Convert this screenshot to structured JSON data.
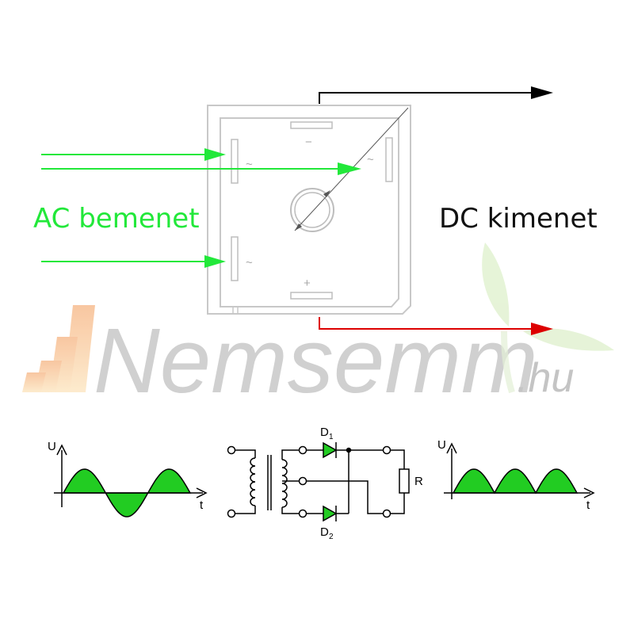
{
  "labels": {
    "ac_input": "AC bemenet",
    "dc_output": "DC kimenet"
  },
  "bridge": {
    "minus_symbol": "−",
    "plus_symbol": "+",
    "ac_symbol": "~"
  },
  "watermark": {
    "main": "Nemsemm",
    "tld": ".hu"
  },
  "graphs": {
    "left": {
      "y_axis": "U",
      "x_axis": "t"
    },
    "right": {
      "y_axis": "U",
      "x_axis": "t"
    }
  },
  "circuit": {
    "d1_letter": "D",
    "d1_index": "1",
    "d2_letter": "D",
    "d2_index": "2",
    "resistor": "R"
  },
  "colors": {
    "ac_arrow": "#22e83a",
    "dc_positive": "#dd0000",
    "dc_negative": "#000000",
    "wave_fill": "#22cc22",
    "watermark_gray": "#cfcfcf"
  }
}
